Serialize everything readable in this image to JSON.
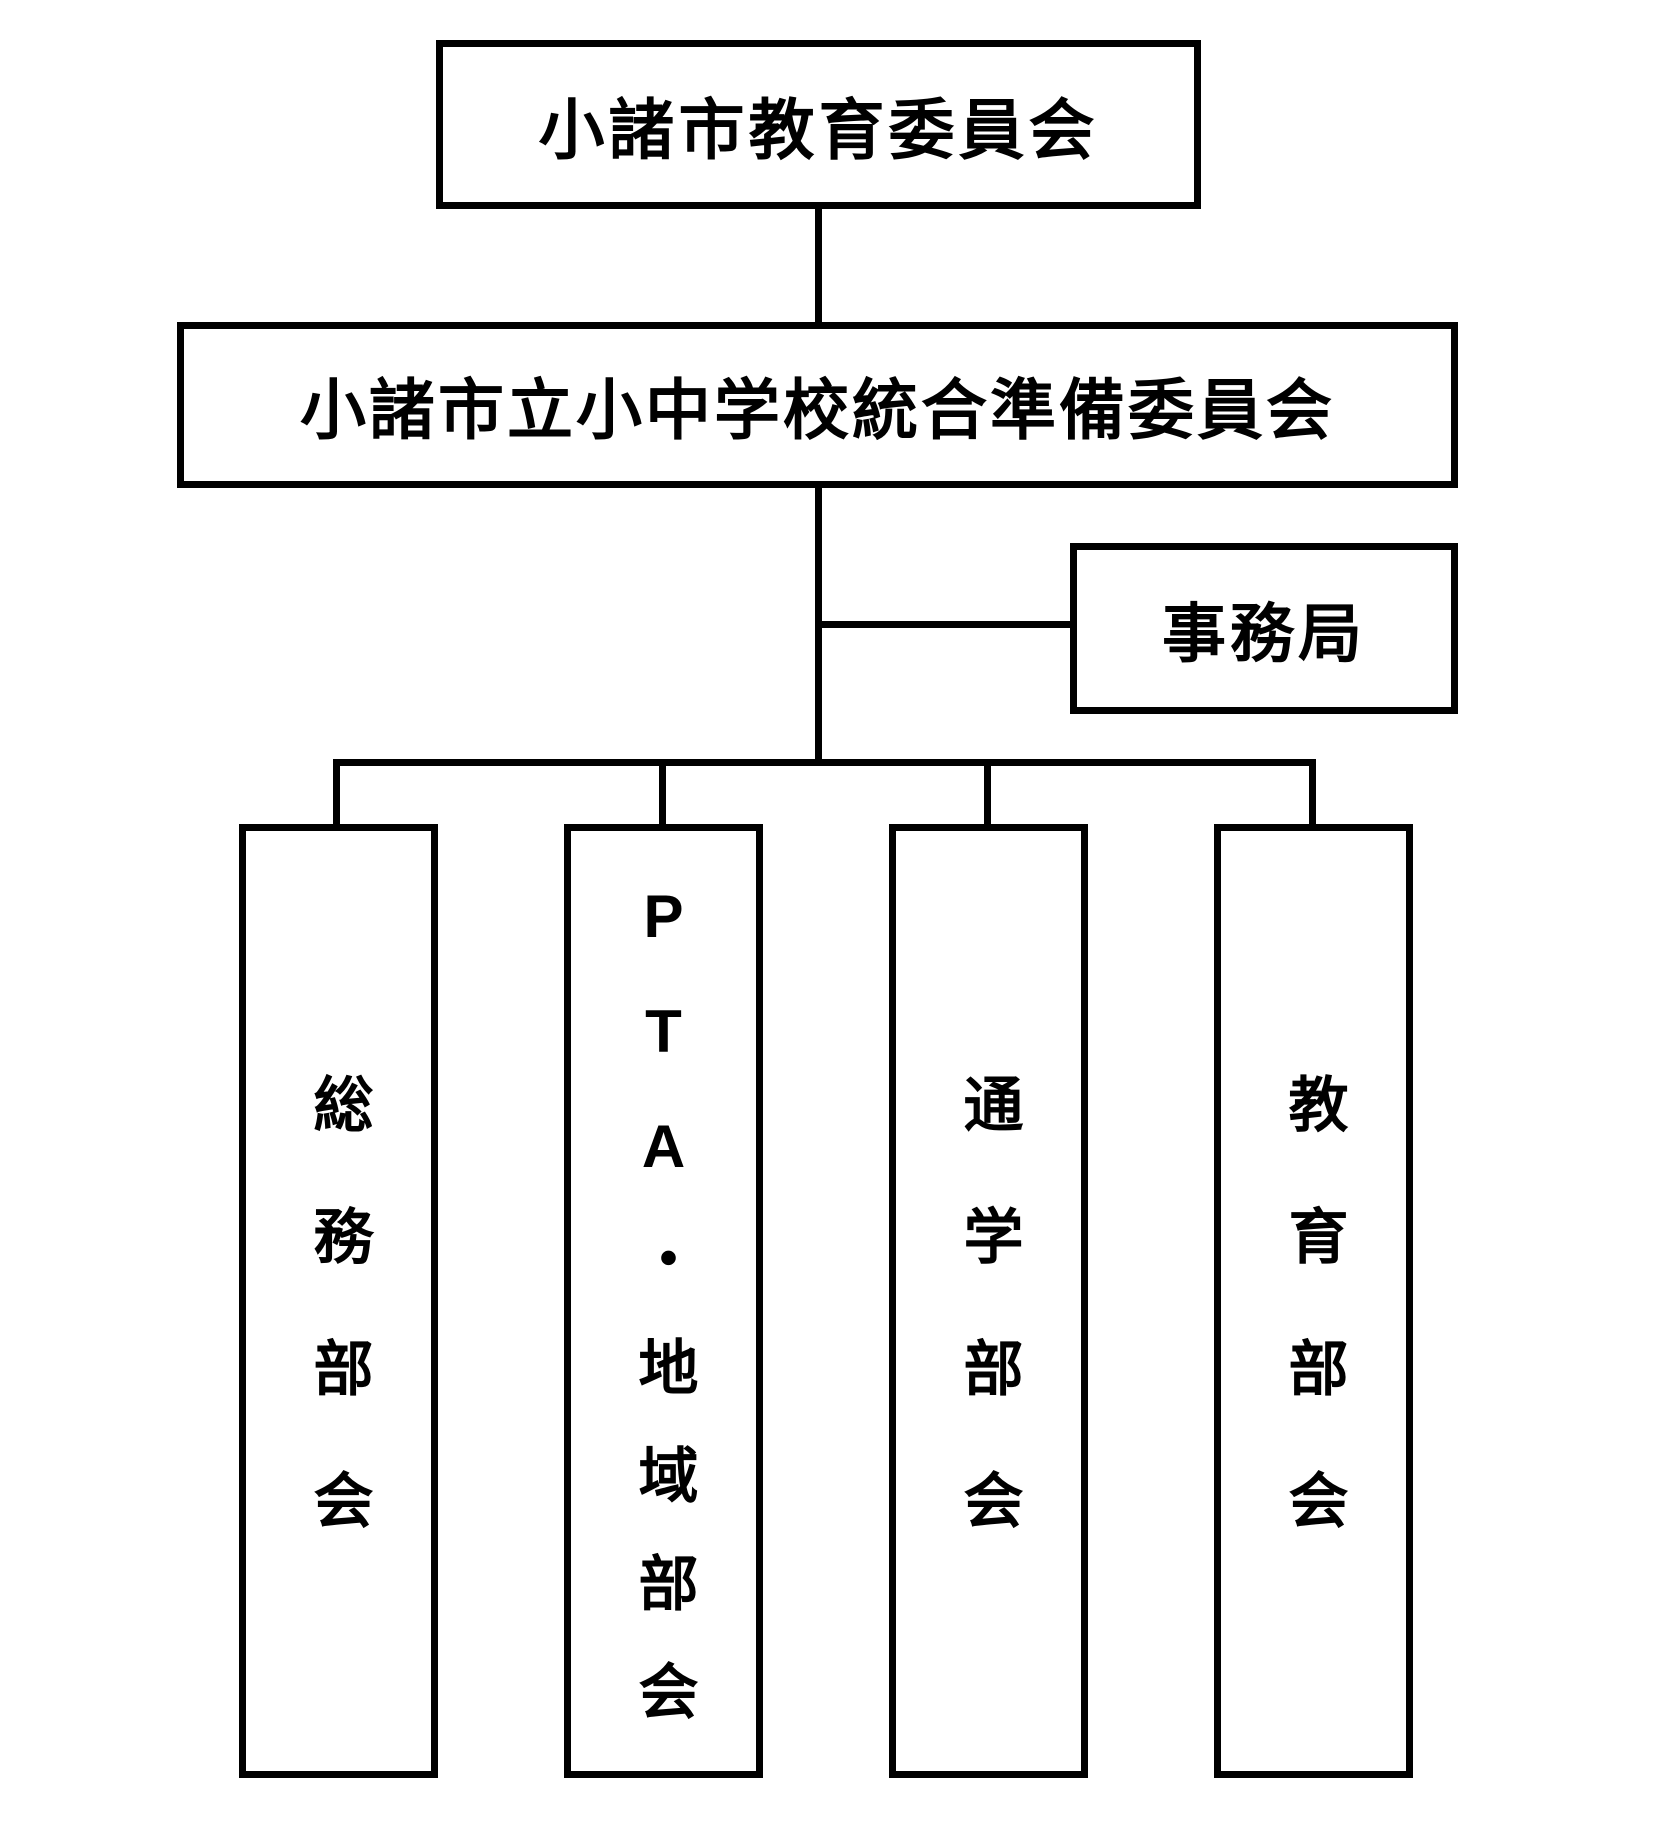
{
  "diagram": {
    "type": "org-chart",
    "colors": {
      "line": "#000000",
      "text": "#000000",
      "box_background": "#ffffff",
      "page_background": "#ffffff"
    },
    "root": {
      "label": "小諸市教育委員会"
    },
    "committee": {
      "label": "小諸市立小中学校統合準備委員会"
    },
    "secretariat": {
      "label": "事務局"
    },
    "subcommittees": [
      {
        "label": "総務部会"
      },
      {
        "label": "PTA・地域部会"
      },
      {
        "label": "通学部会"
      },
      {
        "label": "教育部会"
      }
    ]
  }
}
